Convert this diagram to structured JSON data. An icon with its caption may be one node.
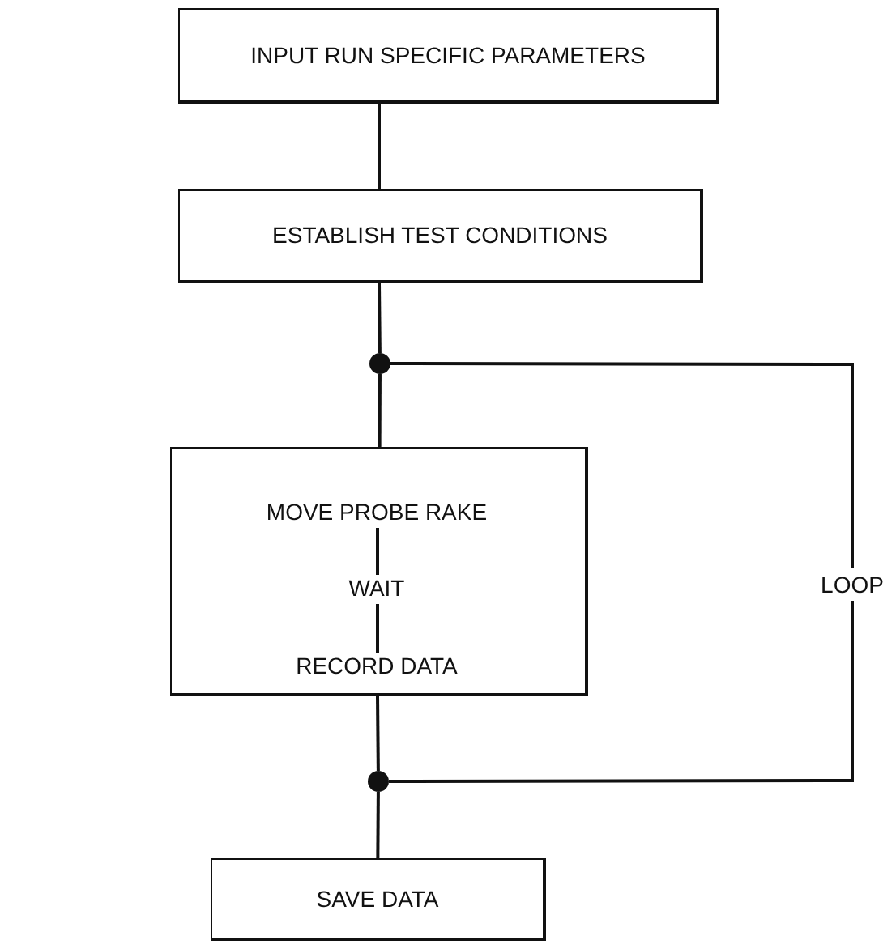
{
  "diagram": {
    "nodes": [
      {
        "text": [
          "INPUT RUN SPECIFIC PARAMETERS"
        ]
      },
      {
        "text": [
          "ESTABLISH TEST CONDITIONS"
        ]
      },
      {
        "text": [],
        "shape": "circle"
      },
      {
        "text": [],
        "shape": "box"
      },
      {
        "text": [
          "MOVE PROBE RAKE"
        ],
        "in": 3
      },
      {
        "text": [
          "WAIT"
        ],
        "in": 3
      },
      {
        "text": [
          "RECORD DATA"
        ],
        "in": 3
      },
      {
        "text": [],
        "shape": "circle"
      },
      {
        "text": [
          "SAVE DATA"
        ]
      }
    ],
    "edges": [
      {
        "from": 0,
        "to": 1,
        "arrow": "none"
      },
      {
        "from": 1,
        "to": 2,
        "arrow": "none"
      },
      {
        "from": 2,
        "to": 3,
        "arrow": "none"
      },
      {
        "from": 4,
        "to": 5,
        "arrow": "none"
      },
      {
        "from": 5,
        "to": 6,
        "arrow": "none"
      },
      {
        "from": 3,
        "to": 7,
        "arrow": "none"
      },
      {
        "from": 7,
        "to": 2,
        "arrow": "none",
        "label": "LOOP"
      },
      {
        "from": 7,
        "to": 8,
        "arrow": "none"
      }
    ]
  }
}
